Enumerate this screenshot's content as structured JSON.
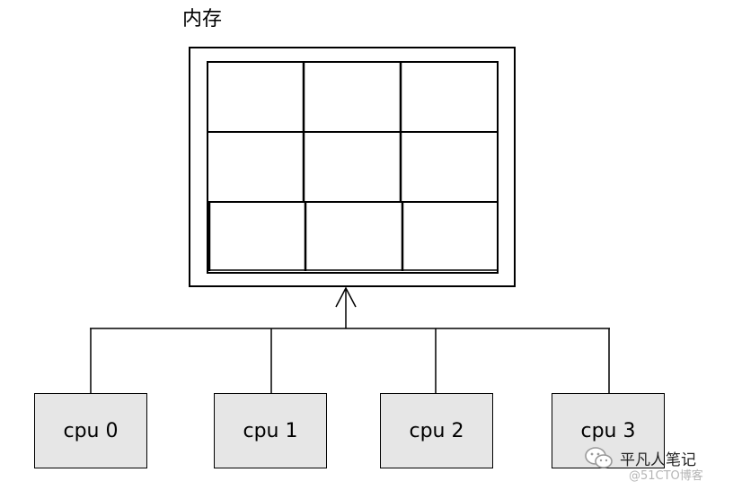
{
  "memory": {
    "label": "内存",
    "grid": {
      "rows": 3,
      "cols": 3
    }
  },
  "cpus": [
    "cpu 0",
    "cpu 1",
    "cpu 2",
    "cpu 3"
  ],
  "watermark": {
    "brand": "平凡人笔记",
    "source": "@51CTO博客"
  }
}
